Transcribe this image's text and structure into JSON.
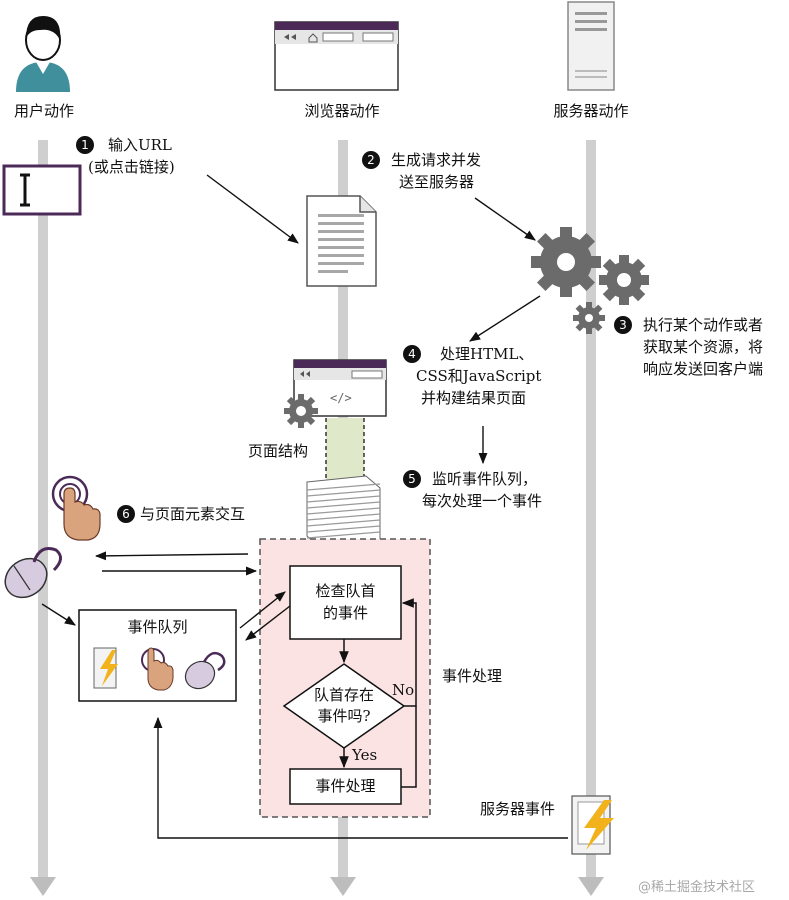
{
  "lanes": {
    "user": "用户动作",
    "browser": "浏览器动作",
    "server": "服务器动作"
  },
  "steps": {
    "s1_num": "1",
    "s1_line1": "输入URL",
    "s1_line2": "(或点击链接)",
    "s2_num": "2",
    "s2_line1": "生成请求并发",
    "s2_line2": "送至服务器",
    "s3_num": "3",
    "s3_line1": "执行某个动作或者",
    "s3_line2": "获取某个资源，将",
    "s3_line3": "响应发送回客户端",
    "s4_num": "4",
    "s4_line1": "处理HTML、",
    "s4_line2": "CSS和JavaScript",
    "s4_line3": "并构建结果页面",
    "s5_num": "5",
    "s5_line1": "监听事件队列，",
    "s5_line2": "每次处理一个事件",
    "s6_num": "6",
    "s6_text": "与页面元素交互"
  },
  "labels": {
    "page_structure": "页面结构",
    "event_queue": "事件队列",
    "event_handling_region": "事件处理",
    "server_event": "服务器事件",
    "code_tag": "</>"
  },
  "flow": {
    "check_line1": "检查队首",
    "check_line2": "的事件",
    "decision_line1": "队首存在",
    "decision_line2": "事件吗?",
    "no_label": "No",
    "yes_label": "Yes",
    "process": "事件处理"
  },
  "watermark": "@稀土掘金技术社区",
  "colors": {
    "lane": "#c9c9c9",
    "purple": "#4b2a58",
    "gear": "#6b6b6b",
    "region_fill": "#fbe3e3",
    "region_border": "#555555",
    "hand": "#d9a37e",
    "bolt": "#f2b21c",
    "mouse": "#d7cbe0",
    "green_bar": "#dfe8c8",
    "skin": "#3f8f9d"
  }
}
